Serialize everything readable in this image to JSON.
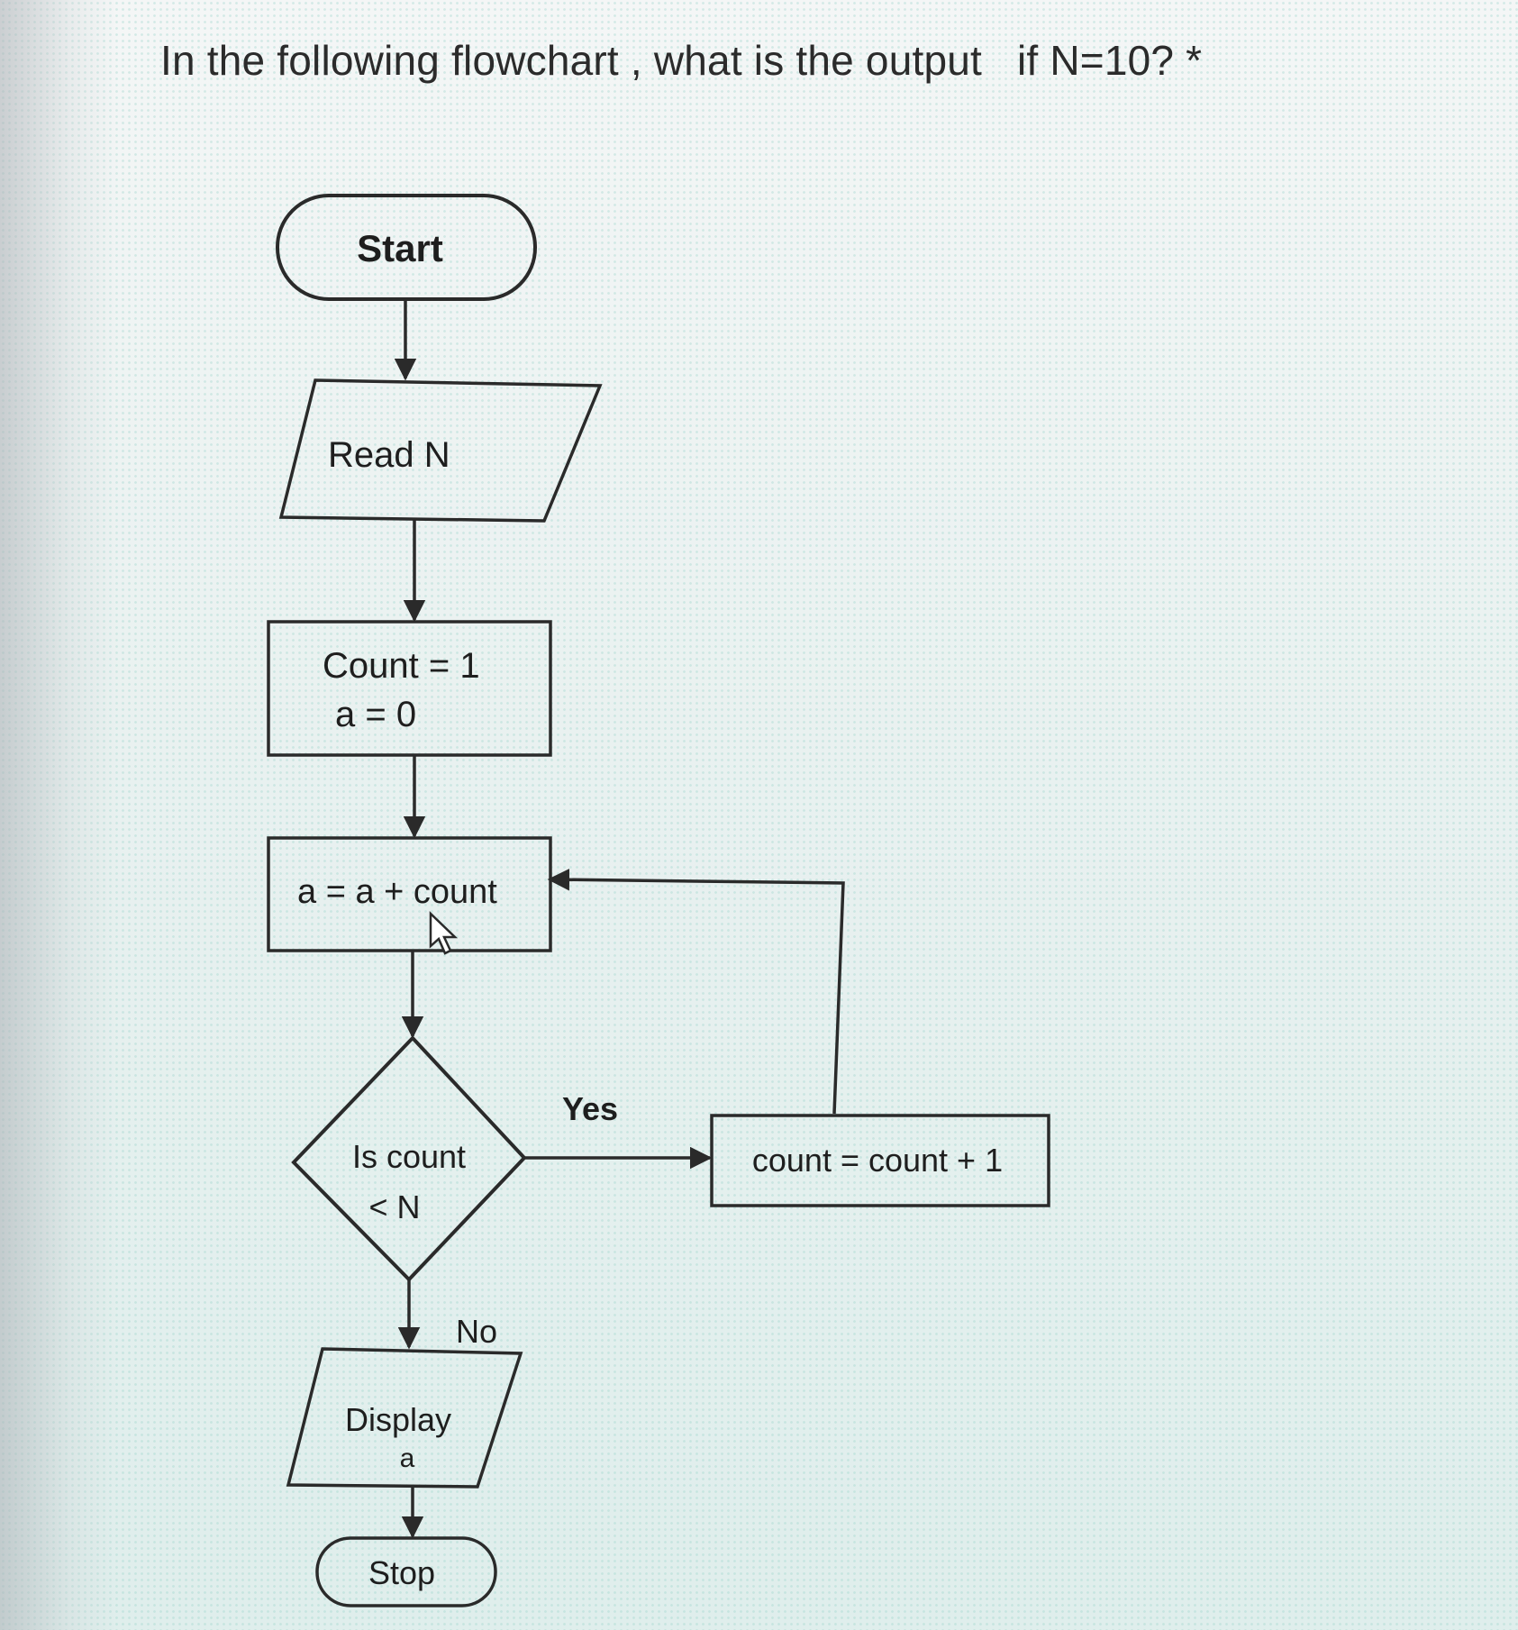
{
  "question": {
    "text": "In the following flowchart , what is the output   if N=10? *"
  },
  "flowchart": {
    "start": "Start",
    "input": "Read N",
    "init_line1": "Count = 1",
    "init_line2": "a = 0",
    "process": "a = a + count",
    "decision_line1": "Is count",
    "decision_line2": "< N",
    "yes_label": "Yes",
    "no_label": "No",
    "increment": "count = count + 1",
    "output_line1": "Display",
    "output_line2": "a",
    "stop": "Stop"
  }
}
